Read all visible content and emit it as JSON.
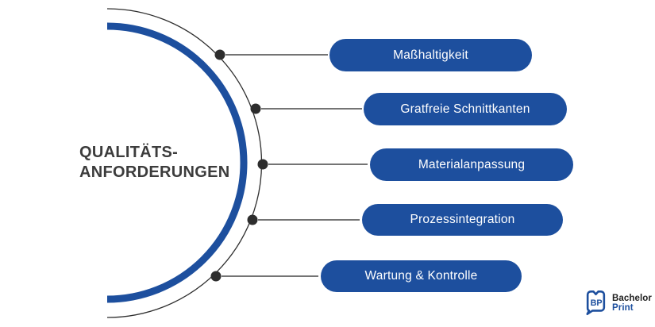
{
  "title": {
    "line1": "QUALITÄTS-",
    "line2": "ANFORDERUNGEN"
  },
  "items": [
    {
      "label": "Maßhaltigkeit"
    },
    {
      "label": "Gratfreie Schnittkanten"
    },
    {
      "label": "Materialanpassung"
    },
    {
      "label": "Prozessintegration"
    },
    {
      "label": "Wartung & Kontrolle"
    }
  ],
  "logo": {
    "brand_top": "Bachelor",
    "brand_bottom": "Print",
    "monogram": "BP"
  },
  "colors": {
    "primary_blue": "#1d4f9e",
    "arc_blue": "#1d4f9e",
    "pill_text": "#ffffff",
    "connector_line": "#474747",
    "dot": "#2d2d2d",
    "outer_arc": "#2e2e2e",
    "title_text": "#3c3c3c",
    "logo_dark": "#1f1f1f",
    "background": "#ffffff"
  }
}
